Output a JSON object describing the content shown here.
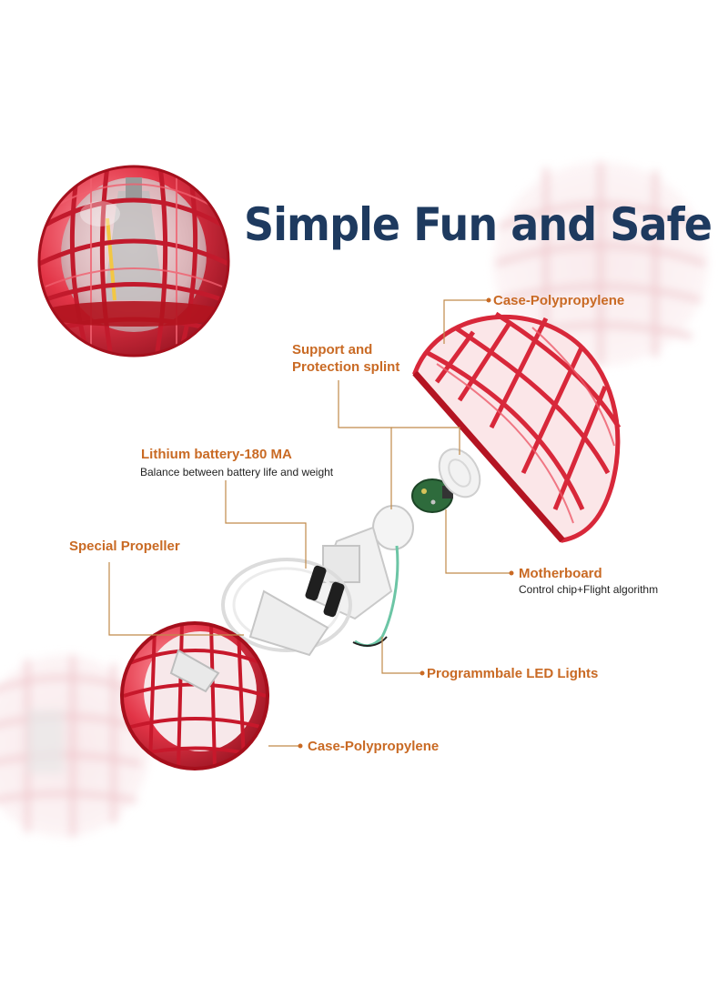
{
  "headline": "Simple Fun and Safe",
  "callouts": {
    "case_top": "Case-Polypropylene",
    "support_line1": "Support and",
    "support_line2": "Protection splint",
    "battery": "Lithium battery-180 MA",
    "battery_desc": "Balance between battery life and weight",
    "propeller": "Special Propeller",
    "motherboard": "Motherboard",
    "motherboard_desc": "Control chip+Flight algorithm",
    "led": "Programmbale LED Lights",
    "case_bottom": "Case-Polypropylene"
  },
  "colors": {
    "headline": "#1e3a5f",
    "callout_text": "#c96a24",
    "leader_line": "#c08a4a",
    "shell_red": "#d8283a",
    "pcb_green": "#2e6b3c"
  }
}
